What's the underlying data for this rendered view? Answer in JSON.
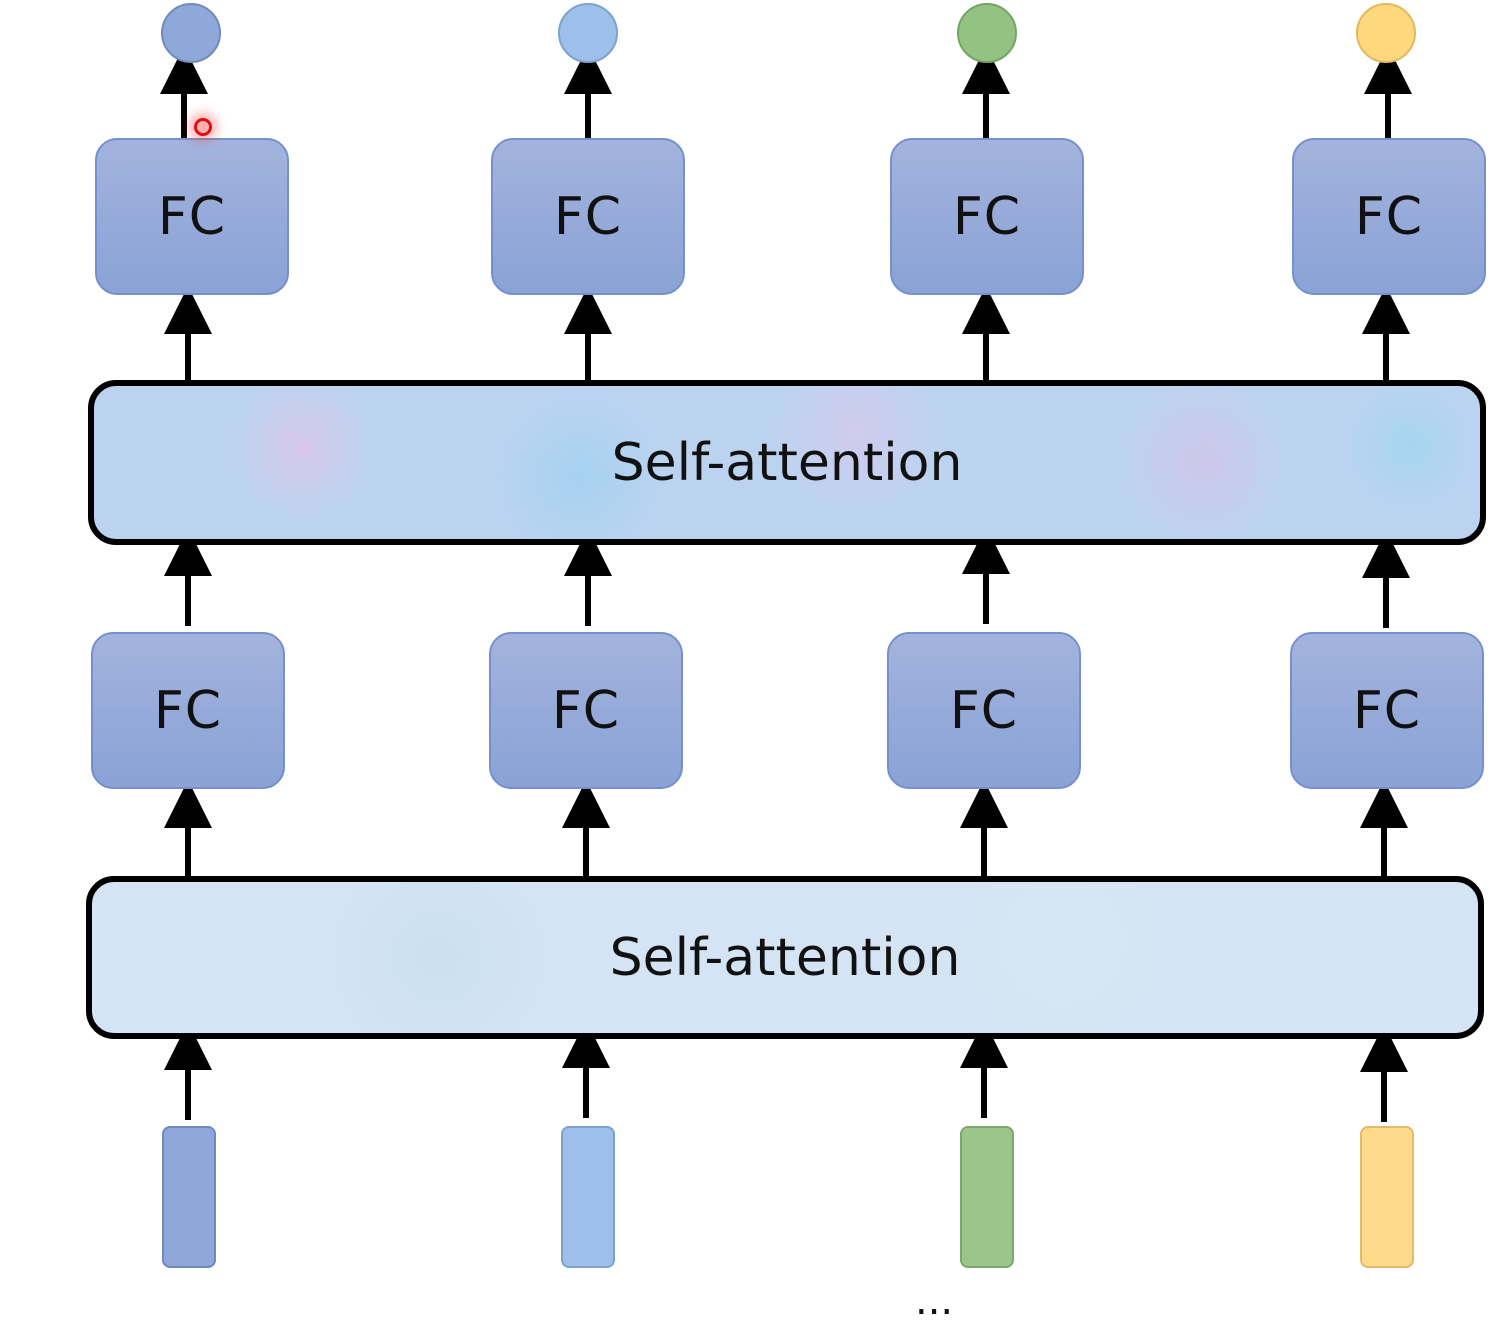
{
  "diagram": {
    "title": "Stacked self-attention and FC layers",
    "layers": {
      "fc_top_label": "FC",
      "self_attention_top_label": "Self-attention",
      "fc_bottom_label": "FC",
      "self_attention_bottom_label": "Self-attention"
    },
    "columns": [
      {
        "id": "col-1",
        "input_color": "#8ea6da",
        "output_color": "#8fa8da"
      },
      {
        "id": "col-2",
        "input_color": "#9cc0ea",
        "output_color": "#9cc0ea"
      },
      {
        "id": "col-3",
        "input_color": "#9cc58a",
        "output_color": "#94c282"
      },
      {
        "id": "col-4",
        "input_color": "#ffd98a",
        "output_color": "#ffd77c"
      }
    ],
    "colors": {
      "fc_fill": "#93a9d9",
      "fc_border": "#7590cc",
      "arrow": "#000000",
      "self_attention_border": "#000000",
      "cursor": "#e01010"
    },
    "caption_partial": "...",
    "cursor_icon": "red-dot-pointer"
  }
}
